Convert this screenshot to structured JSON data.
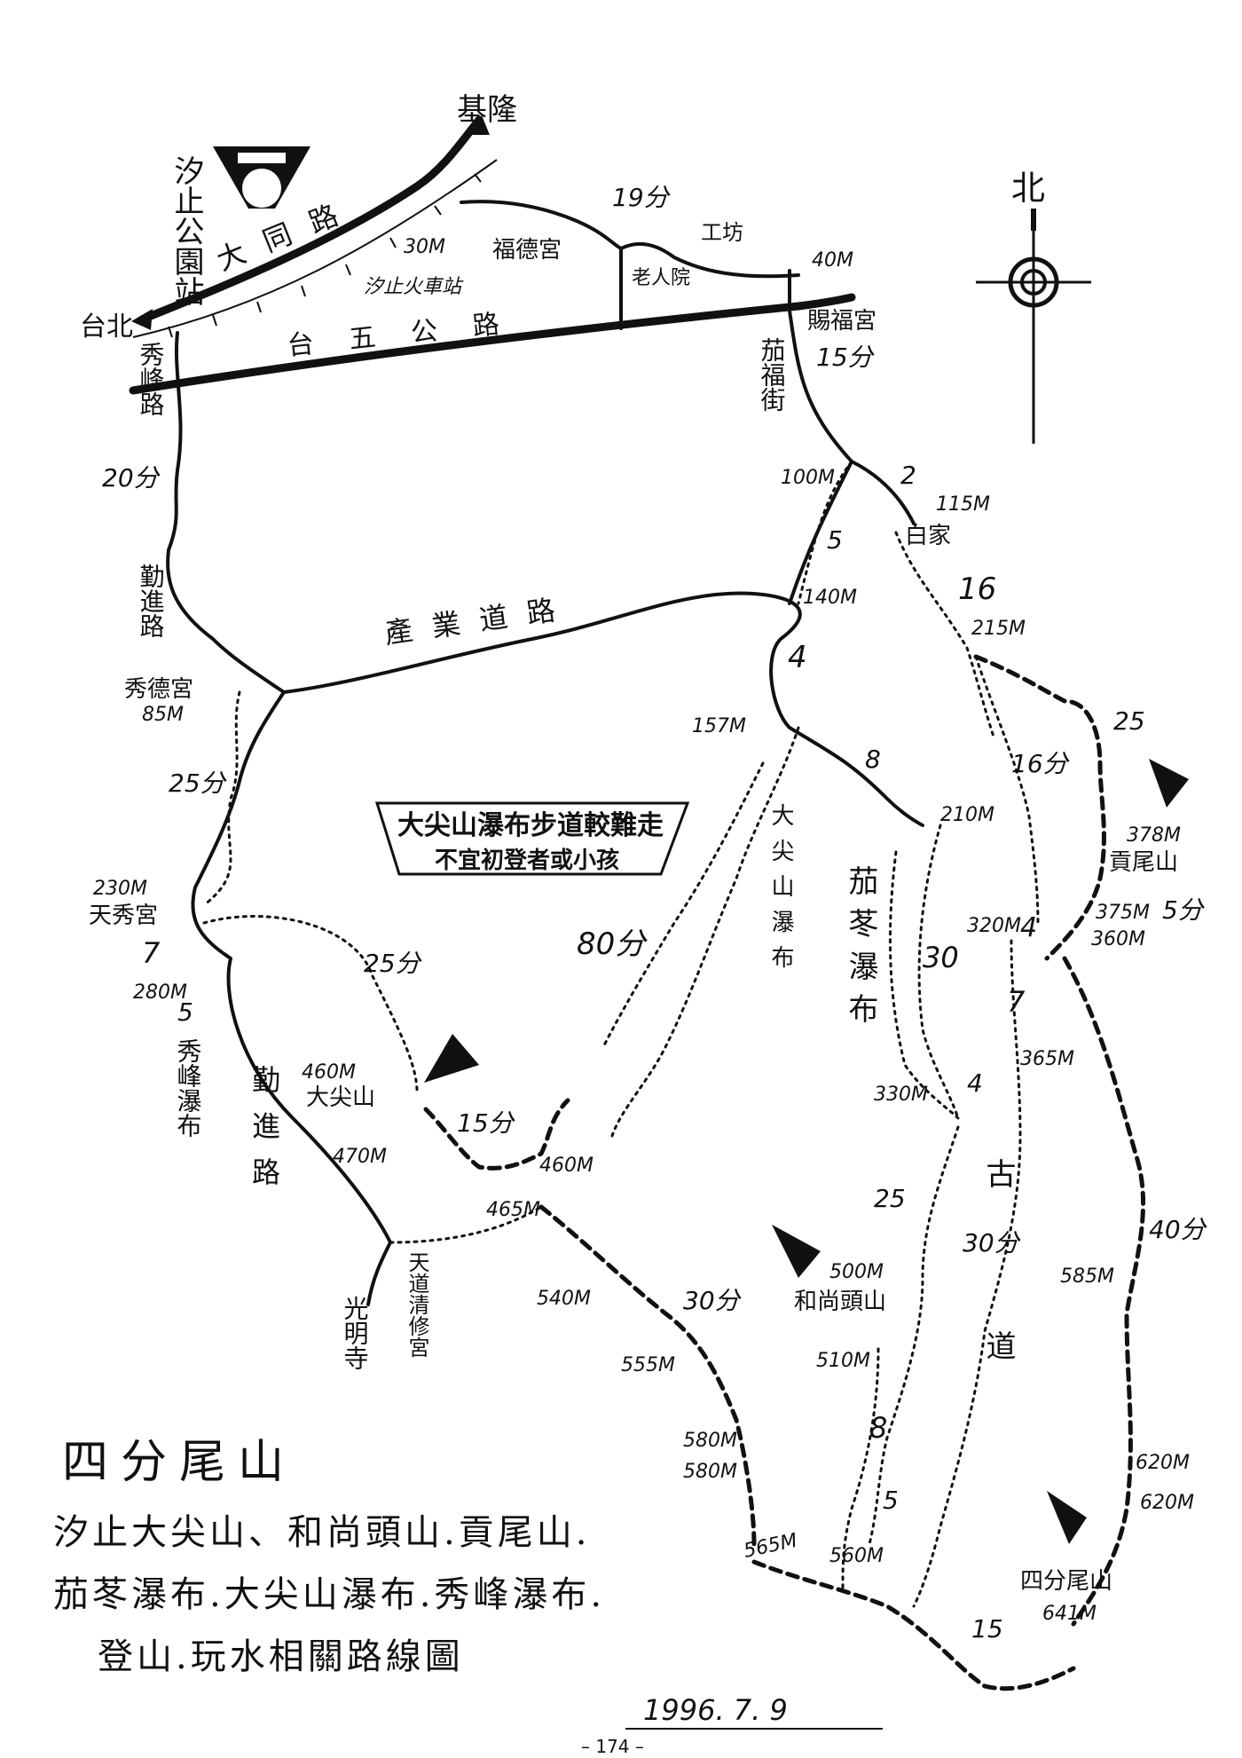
{
  "map": {
    "title": "四分尾山",
    "subtitle_lines": [
      "汐止大尖山、和尚頭山.貢尾山.",
      "茄苳瀑布.大尖山瀑布.秀峰瀑布.",
      "登山.玩水相關路線圖"
    ],
    "date": "1996. 7. 9",
    "page_number": "– 174 –",
    "north_label": "北",
    "warning_line1": "大尖山瀑布步道較難走",
    "warning_line2": "不宜初登者或小孩",
    "places": {
      "keelung": "基隆",
      "taipei": "台北",
      "park_station": "汐止公園站",
      "datong_rd": "大同路",
      "xizhi_station": "汐止火車站",
      "station_elev": "30M",
      "fude_temple": "福德宮",
      "factory": "工坊",
      "nursing_home": "老人院",
      "cifu_temple": "賜福宮",
      "elev_40": "40M",
      "provincial_hwy": "台五公路",
      "xiufeng_rd": "秀峰路",
      "jiafu_st": "茄福街",
      "elev_100": "100M",
      "elev_115": "115M",
      "family": "白家",
      "qinjin_rd_top": "勤進路",
      "industry_rd": "產業道路",
      "xiude_temple": "秀德宮",
      "elev_85": "85M",
      "elev_140": "140M",
      "elev_157": "157M",
      "elev_215": "215M",
      "elev_210": "210M",
      "tianxiang_elev": "230M",
      "tianxiang_temple": "天秀宮",
      "elev_280": "280M",
      "xiufeng_falls": "秀峰瀑布",
      "qinjin_rd_bottom": "勤進路",
      "guangming_temple": "光明寺",
      "dajian_elev": "460M",
      "dajian_mtn": "大尖山",
      "elev_470": "470M",
      "elev_460": "460M",
      "elev_465": "465M",
      "tiandao_temple": "天道清修宮",
      "dajian_falls": "大尖山瀑布",
      "jiadong_falls": "茄苳瀑布",
      "gongwei_elev": "378M",
      "gongwei_mtn": "貢尾山",
      "elev_375": "375M",
      "elev_360": "360M",
      "elev_320": "320M",
      "elev_365": "365M",
      "elev_330": "330M",
      "ancient_trail": "古道",
      "heshang_elev": "500M",
      "heshang_mtn": "和尚頭山",
      "elev_510": "510M",
      "elev_540": "540M",
      "elev_555": "555M",
      "elev_580a": "580M",
      "elev_580b": "580M",
      "elev_565": "565M",
      "elev_560": "560M",
      "elev_585": "585M",
      "elev_620a": "620M",
      "elev_620b": "620M",
      "sifenwei_mtn": "四分尾山",
      "sifenwei_elev": "641M"
    },
    "times": {
      "t19": "19分",
      "t15_jiafu": "15分",
      "t2": "2",
      "t5_upper": "5",
      "t16_upper": "16",
      "t20": "20分",
      "t4_mid": "4",
      "t25_right": "25",
      "t8_mid": "8",
      "t16_right": "16分",
      "t25_left": "25分",
      "t80": "80分",
      "t30_falls": "30",
      "t7_left": "7",
      "t5_left": "5",
      "t25_inner": "25分",
      "t15_summit": "15分",
      "t5_gongwei": "5分",
      "t4_gongwei": "4",
      "t7_right": "7",
      "t4_lower": "4",
      "t25_lower": "25",
      "t30_ancient": "30分",
      "t40": "40分",
      "t30_ridge": "30分",
      "t8_lower": "8",
      "t5_lower": "5",
      "t15_bottom": "15"
    }
  }
}
